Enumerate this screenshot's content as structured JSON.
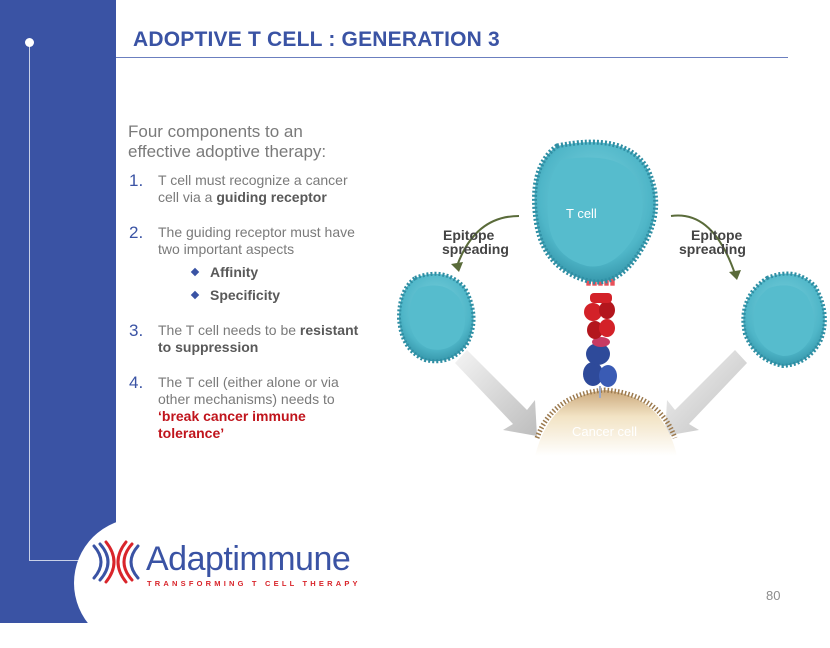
{
  "slide": {
    "title": "ADOPTIVE T CELL : GENERATION 3",
    "page_number": "80"
  },
  "content": {
    "intro": "Four components to an effective adoptive therapy:",
    "items": [
      {
        "num": "1.",
        "text": "T cell must recognize a cancer cell via a ",
        "emph": "guiding receptor"
      },
      {
        "num": "2.",
        "text": "The guiding receptor must have two important aspects",
        "sub": [
          "Affinity",
          "Specificity"
        ]
      },
      {
        "num": "3.",
        "text": "The T cell needs to be ",
        "emph": "resistant to suppression"
      },
      {
        "num": "4.",
        "text": "The T cell  (either alone or via other mechanisms) needs to ",
        "emph_red": "‘break cancer immune tolerance’"
      }
    ]
  },
  "diagram": {
    "t_cell_label": "T cell",
    "cancer_cell_label": "Cancer  cell",
    "epitope_left": [
      "Epitope",
      "spreading"
    ],
    "epitope_right": [
      "Epitope",
      "spreading"
    ],
    "colors": {
      "cell_fill": "#4fb6c8",
      "cell_rim": "#2f8ea3",
      "cancer_fill": "#e9d3a8",
      "receptor_red": "#d32128",
      "mhc_blue": "#2e4a9a",
      "arrow_gray": "#cfcfcf"
    }
  },
  "logo": {
    "name": "Adaptimmune",
    "tagline": "TRANSFORMING  T CELL THERAPY",
    "colors": {
      "blue": "#3a53a4",
      "red": "#d9252b"
    }
  }
}
